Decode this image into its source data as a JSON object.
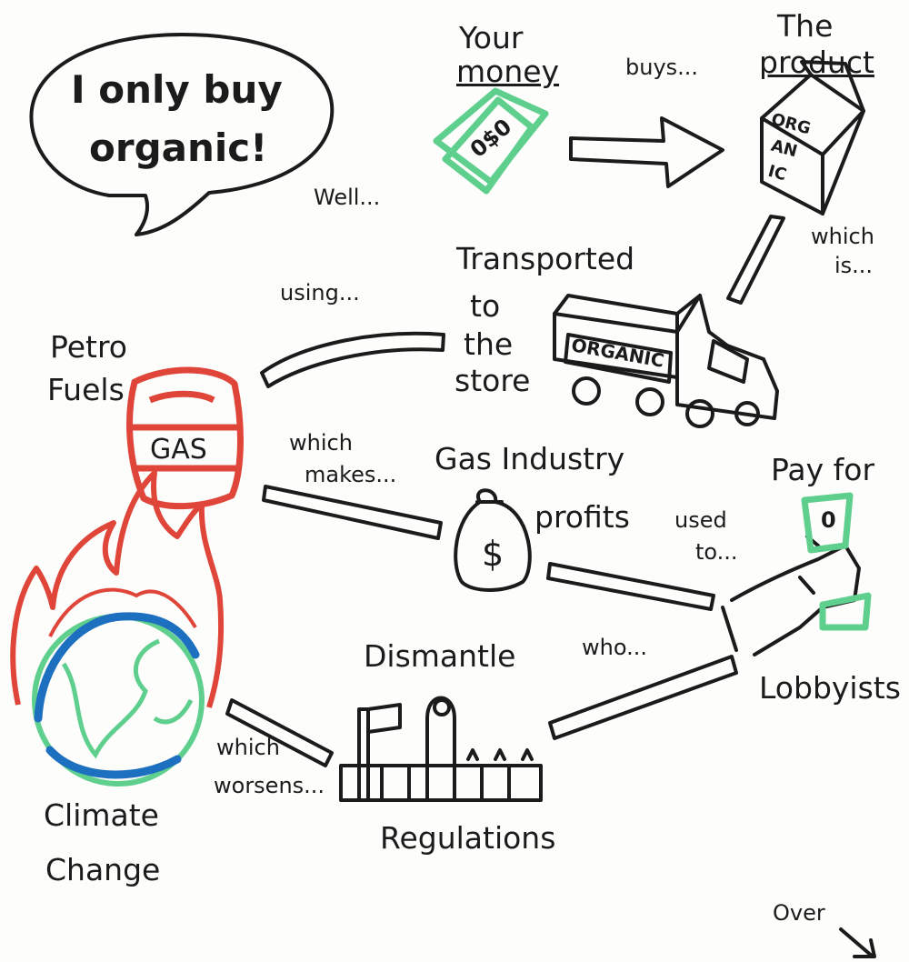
{
  "speech": {
    "line1": "I only buy",
    "line2": "organic!"
  },
  "labels": {
    "well": "Well...",
    "your_money_1": "Your",
    "your_money_2": "money",
    "buys": "buys...",
    "the_product_1": "The",
    "the_product_2": "product",
    "which_is_1": "which",
    "which_is_2": "is...",
    "transported_1": "Transported",
    "transported_2": "to",
    "transported_3": "the",
    "transported_4": "store",
    "using": "using...",
    "petro_1": "Petro",
    "petro_2": "Fuels",
    "which_makes_1": "which",
    "which_makes_2": "makes...",
    "gas_industry": "Gas Industry",
    "profits": "profits",
    "used_to_1": "used",
    "used_to_2": "to...",
    "pay_for": "Pay for",
    "who": "who...",
    "lobbyists": "Lobbyists",
    "dismantle": "Dismantle",
    "regulations": "Regulations",
    "which_worsens_1": "which",
    "which_worsens_2": "worsens...",
    "climate_1": "Climate",
    "climate_2": "Change",
    "over": "Over"
  },
  "drawings": {
    "carton_text_1": "ORG",
    "carton_text_2": "AN",
    "carton_text_3": "IC",
    "truck_text": "ORGANIC",
    "barrel_text": "GAS",
    "bill_text": "0$0",
    "bag_text": "$",
    "hand_bill_text": "0"
  },
  "colors": {
    "ink": "#1b1b1b",
    "money_green": "#5fcf8e",
    "fire_red": "#e0453a",
    "ocean_blue": "#1d6fbf"
  }
}
